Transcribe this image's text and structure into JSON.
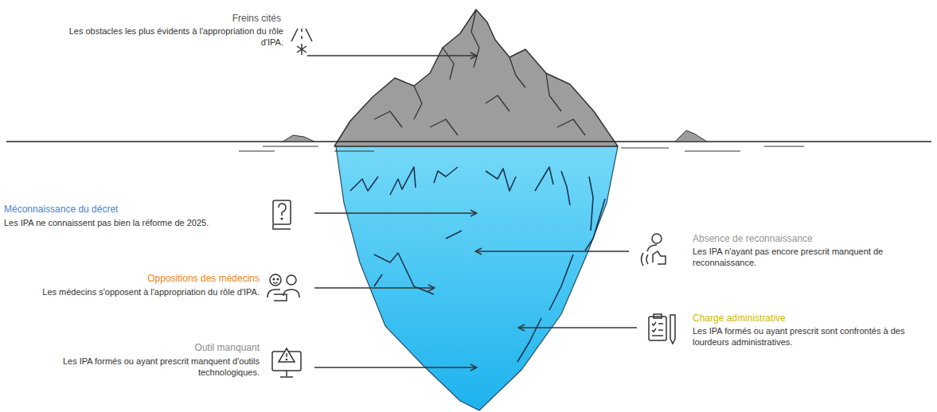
{
  "diagram": {
    "labels": [
      "Freins cités",
      "Les obstacles les plus évidents à l'appropriation du rôle d'IPA.",
      "Méconnaissance du décret",
      "Les IPA ne connaissent pas bien la réforme de 2025.",
      "Oppositions des médecins",
      "Les médecins s'opposent à l'appropriation du rôle d'IPA.",
      "Outil manquant",
      "Les IPA formés ou ayant prescrit manquent d'outils technologiques.",
      "Absence de reconnaissance",
      "Les IPA n'ayant pas encore prescrit manquent de reconnaissance.",
      "Charge administrative",
      "Les IPA formés ou ayant prescrit sont confrontés à des lourdeurs administratives."
    ]
  }
}
